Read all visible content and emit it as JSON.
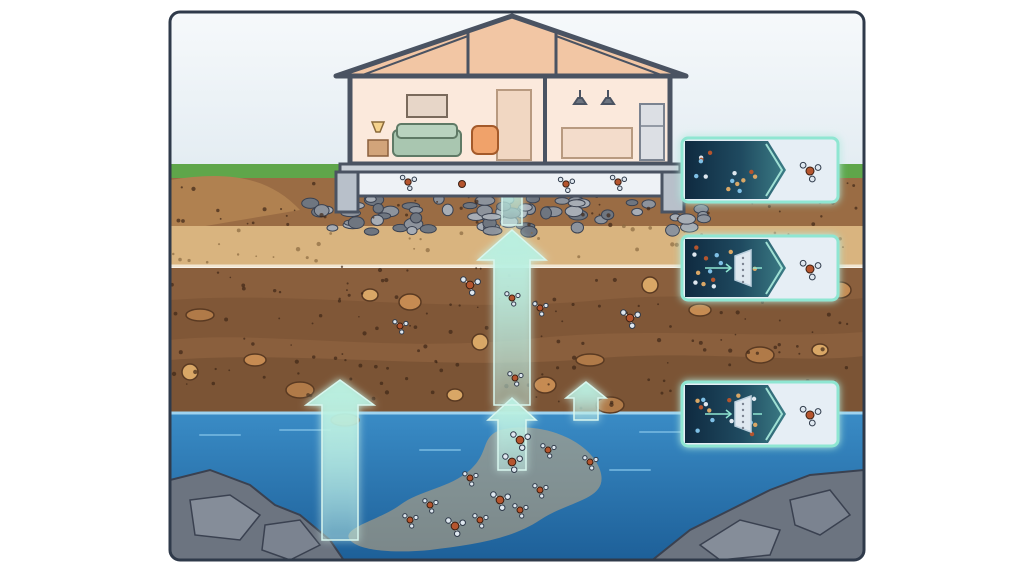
{
  "diagram": {
    "colors": {
      "sky": "#eef3f7",
      "frame": "#2f3a4a",
      "grass": "#5fa64a",
      "topsoil": "#a0734a",
      "sand": "#d9b47f",
      "deep_soil": "#8a5f3d",
      "water": "#2a76b5",
      "rock": "#6c7480",
      "arrow_glow": "#8fe6d2",
      "panel_dark": "#16324a",
      "panel_light": "#e6eef5",
      "house_wall": "#fbe9dc",
      "roof_wood": "#f2c6a4"
    },
    "icons": {
      "house": "house-cutaway-icon",
      "molecule": "molecule-icon",
      "filter": "filter-membrane-icon",
      "rock": "rock-icon"
    },
    "panels": [
      {
        "id": "mixture",
        "contains_filter": false
      },
      {
        "id": "filtration",
        "contains_filter": true
      },
      {
        "id": "groundwater-filtration",
        "contains_filter": true
      }
    ],
    "upward_flows": 4
  }
}
